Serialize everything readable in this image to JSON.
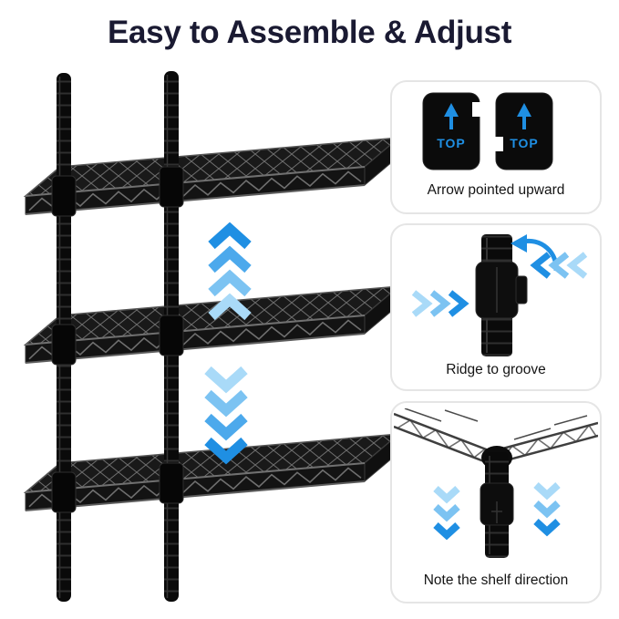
{
  "page": {
    "title": "Easy to Assemble & Adjust"
  },
  "colors": {
    "title_text": "#1a1a32",
    "caption_text": "#141414",
    "accent_blue": "#1f8fe3",
    "accent_blue_2": "#4ca9ec",
    "accent_blue_3": "#7cc3f2",
    "accent_blue_4": "#a9daf8",
    "product_black": "#0b0b0b",
    "wire_gray": "#6e6e6e"
  },
  "main_graphic": {
    "name": "black-wire-shelving-unit",
    "shelf_count": 3,
    "up_arrows_icon": "adjust-shelf-up-chevrons",
    "down_arrows_icon": "adjust-shelf-down-chevrons",
    "arrow_colors": [
      "#1f8fe3",
      "#4ca9ec",
      "#7cc3f2",
      "#a9daf8"
    ]
  },
  "panels": [
    {
      "icon": "split-sleeve-pair-with-up-arrows-icon",
      "sleeve_label_left": "TOP",
      "sleeve_label_right": "TOP",
      "caption": "Arrow pointed upward"
    },
    {
      "icon": "pole-clip-ridge-groove-icon",
      "caption": "Ridge to groove"
    },
    {
      "icon": "shelf-corner-on-pole-icon",
      "caption": "Note the shelf direction"
    }
  ]
}
